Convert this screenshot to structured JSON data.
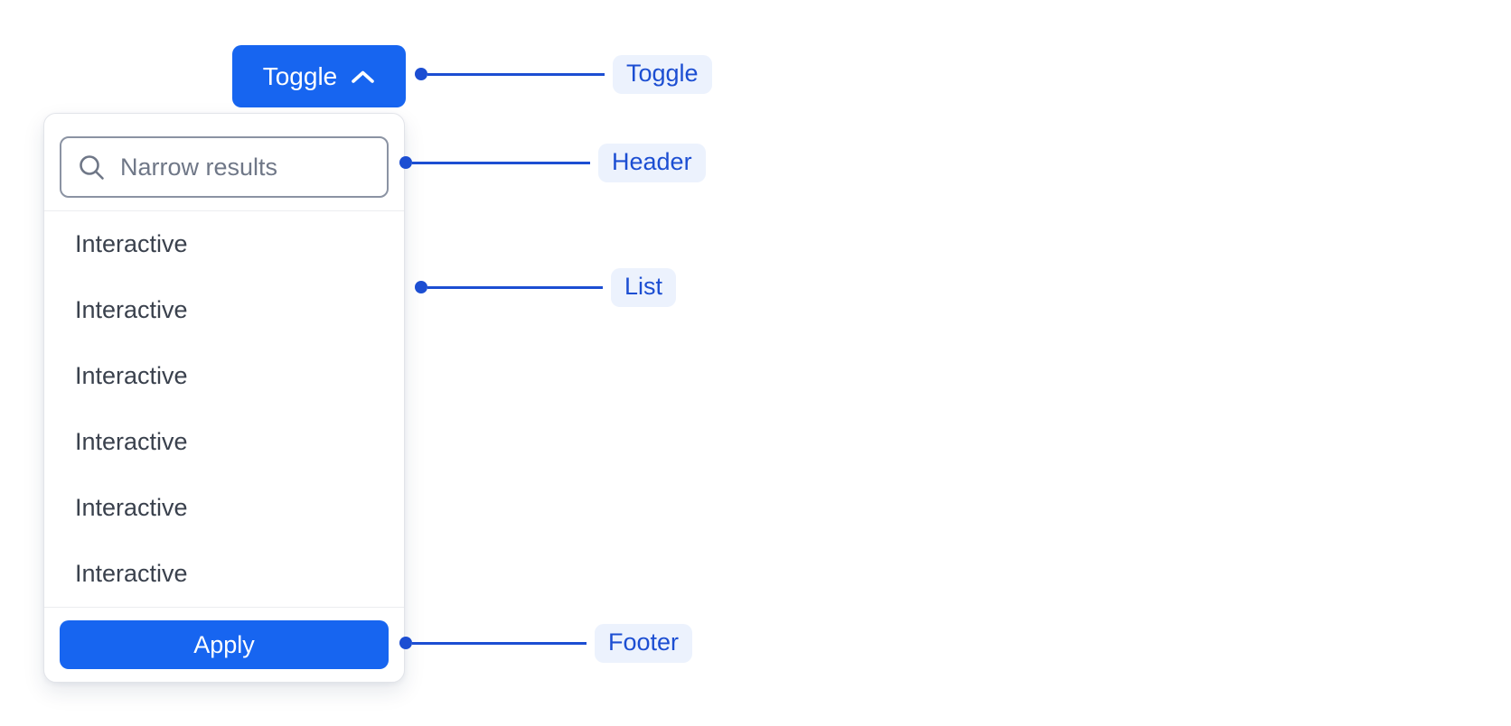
{
  "toggle_button": {
    "label": "Toggle",
    "icon": "chevron-up-icon"
  },
  "dropdown": {
    "header": {
      "search_placeholder": "Narrow results",
      "search_value": "",
      "icon": "search-icon"
    },
    "list": {
      "items": [
        "Interactive",
        "Interactive",
        "Interactive",
        "Interactive",
        "Interactive",
        "Interactive"
      ]
    },
    "footer": {
      "apply_label": "Apply"
    }
  },
  "annotations": {
    "toggle": {
      "label": "Toggle"
    },
    "header": {
      "label": "Header"
    },
    "list": {
      "label": "List"
    },
    "footer": {
      "label": "Footer"
    }
  },
  "colors": {
    "primary_blue": "#1765f0",
    "annotation_blue": "#1c4ed2",
    "annotation_bg": "#ecf2fd",
    "text_dark": "#3a414d",
    "placeholder_gray": "#6f7787",
    "input_border": "#8b93a3",
    "panel_border": "#e2e4e9",
    "divider": "#ecedf0"
  }
}
